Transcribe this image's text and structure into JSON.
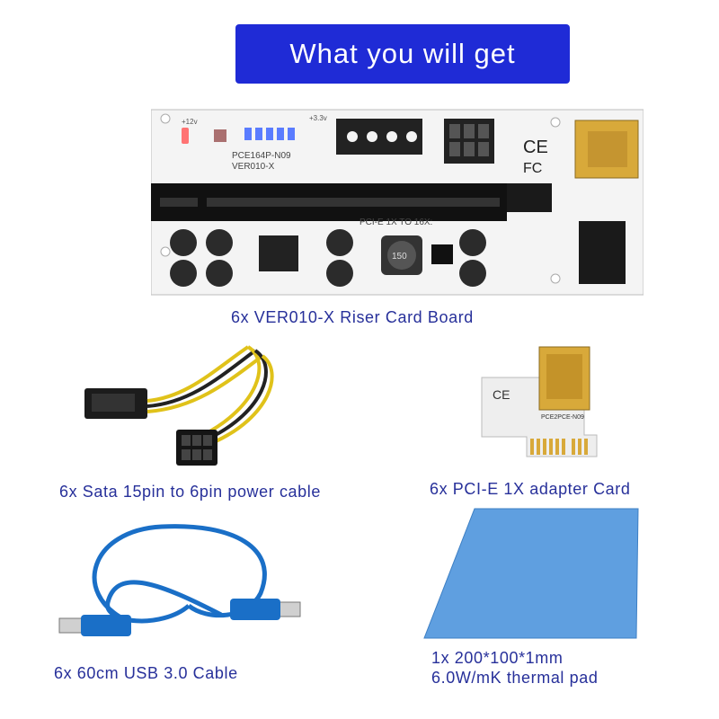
{
  "banner": {
    "title": "What you will get"
  },
  "items": [
    {
      "caption": "6x VER010-X Riser Card Board"
    },
    {
      "caption": "6x Sata 15pin to 6pin power cable"
    },
    {
      "caption": "6x PCI-E 1X adapter Card"
    },
    {
      "caption": "6x 60cm USB 3.0 Cable"
    },
    {
      "caption_line1": "1x 200*100*1mm",
      "caption_line2": "6.0W/mK thermal pad"
    }
  ],
  "board_text": {
    "model": "PCE164P-N09",
    "version": "VER010-X",
    "slot": "PCI-E 1X TO 16X:",
    "volt12": "+12v",
    "volt33": "+3.3v",
    "inductor": "150",
    "adapter_label": "PCE2PCE-N09"
  },
  "colors": {
    "banner": "#1f2bd6",
    "caption": "#27309a",
    "usb_cable": "#1a6fc7",
    "thermal_pad": "#5f9fe0",
    "gold": "#d8a93a"
  }
}
